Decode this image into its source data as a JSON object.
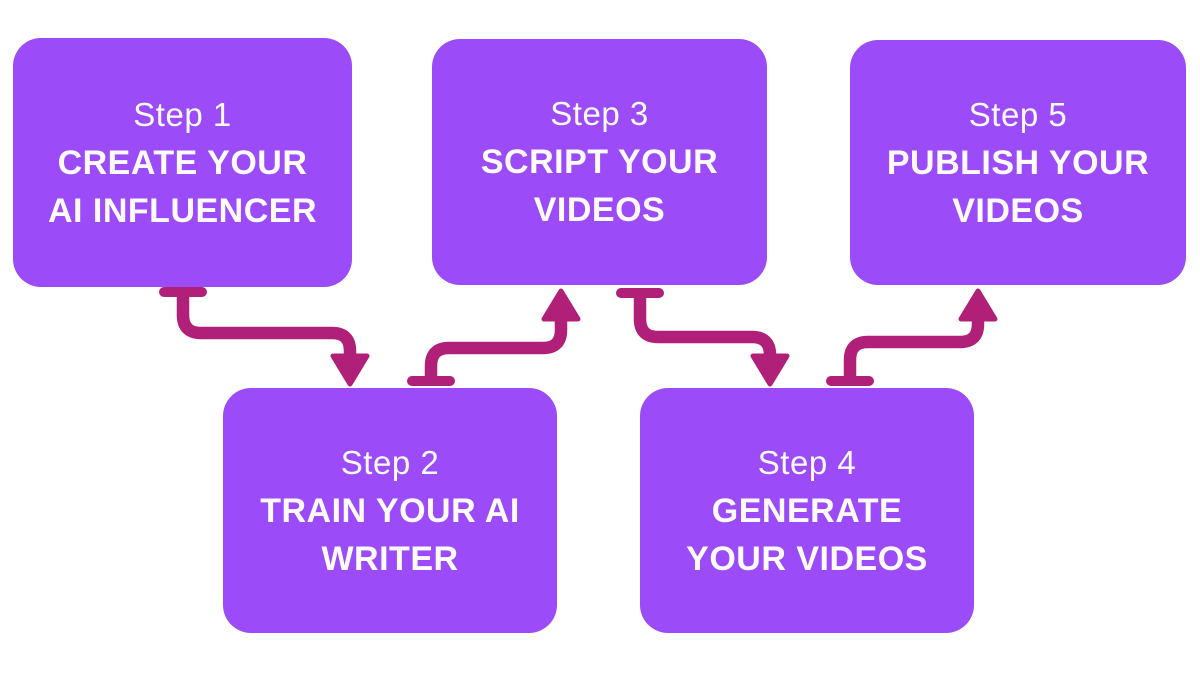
{
  "diagram": {
    "colors": {
      "background": "#ffffff",
      "box_fill": "#9b4cf8",
      "arrow": "#b02078",
      "text": "#fdfbfd"
    },
    "steps": [
      {
        "step_label": "Step 1",
        "title": "CREATE YOUR AI INFLUENCER",
        "title_lines": [
          "CREATE YOUR",
          "AI INFLUENCER"
        ]
      },
      {
        "step_label": "Step 2",
        "title": "TRAIN YOUR AI WRITER",
        "title_lines": [
          "TRAIN YOUR AI",
          "WRITER"
        ]
      },
      {
        "step_label": "Step 3",
        "title": "SCRIPT YOUR VIDEOS",
        "title_lines": [
          "SCRIPT YOUR",
          "VIDEOS"
        ]
      },
      {
        "step_label": "Step 4",
        "title": "GENERATE YOUR VIDEOS",
        "title_lines": [
          "GENERATE",
          "YOUR VIDEOS"
        ]
      },
      {
        "step_label": "Step 5",
        "title": "PUBLISH YOUR VIDEOS",
        "title_lines": [
          "PUBLISH YOUR",
          "VIDEOS"
        ]
      }
    ],
    "connections": [
      {
        "from": "Step 1",
        "to": "Step 2"
      },
      {
        "from": "Step 2",
        "to": "Step 3"
      },
      {
        "from": "Step 3",
        "to": "Step 4"
      },
      {
        "from": "Step 4",
        "to": "Step 5"
      }
    ]
  }
}
